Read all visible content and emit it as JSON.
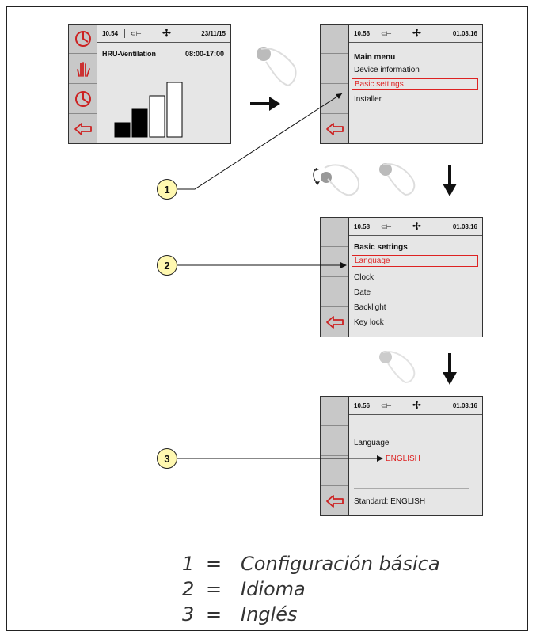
{
  "screen1": {
    "time": "10.54",
    "date": "23/11/15",
    "title": "HRU-Ventilation",
    "schedule": "08:00-17:00",
    "fan_levels": [
      1,
      2,
      3,
      4
    ],
    "active_level": 2
  },
  "screen2": {
    "time": "10.56",
    "date": "01.03.16",
    "title": "Main menu",
    "items": [
      "Device information",
      "Basic settings",
      "Installer"
    ],
    "selected_index": 1
  },
  "screen3": {
    "time": "10.58",
    "date": "01.03.16",
    "title": "Basic settings",
    "items": [
      "Language",
      "Clock",
      "Date",
      "Backlight",
      "Key lock"
    ],
    "selected_index": 0
  },
  "screen4": {
    "time": "10.56",
    "date": "01.03.16",
    "label": "Language",
    "value": "ENGLISH",
    "standard": "Standard: ENGLISH"
  },
  "callouts": [
    "1",
    "2",
    "3"
  ],
  "legend": [
    {
      "num": "1",
      "eq": "=",
      "text": "Configuración básica"
    },
    {
      "num": "2",
      "eq": "=",
      "text": "Idioma"
    },
    {
      "num": "3",
      "eq": "=",
      "text": "Inglés"
    }
  ],
  "colors": {
    "accent": "#d22222",
    "callout_fill": "#fff8b0",
    "panel": "#e6e6e6",
    "sidebar": "#c8c8c8"
  },
  "icons": [
    "clock-icon",
    "hand-icon",
    "pie-icon",
    "back-arrow-icon",
    "plug-icon",
    "fan-icon",
    "knob-press-icon",
    "knob-turn-icon",
    "arrow-right-icon",
    "arrow-down-icon"
  ]
}
